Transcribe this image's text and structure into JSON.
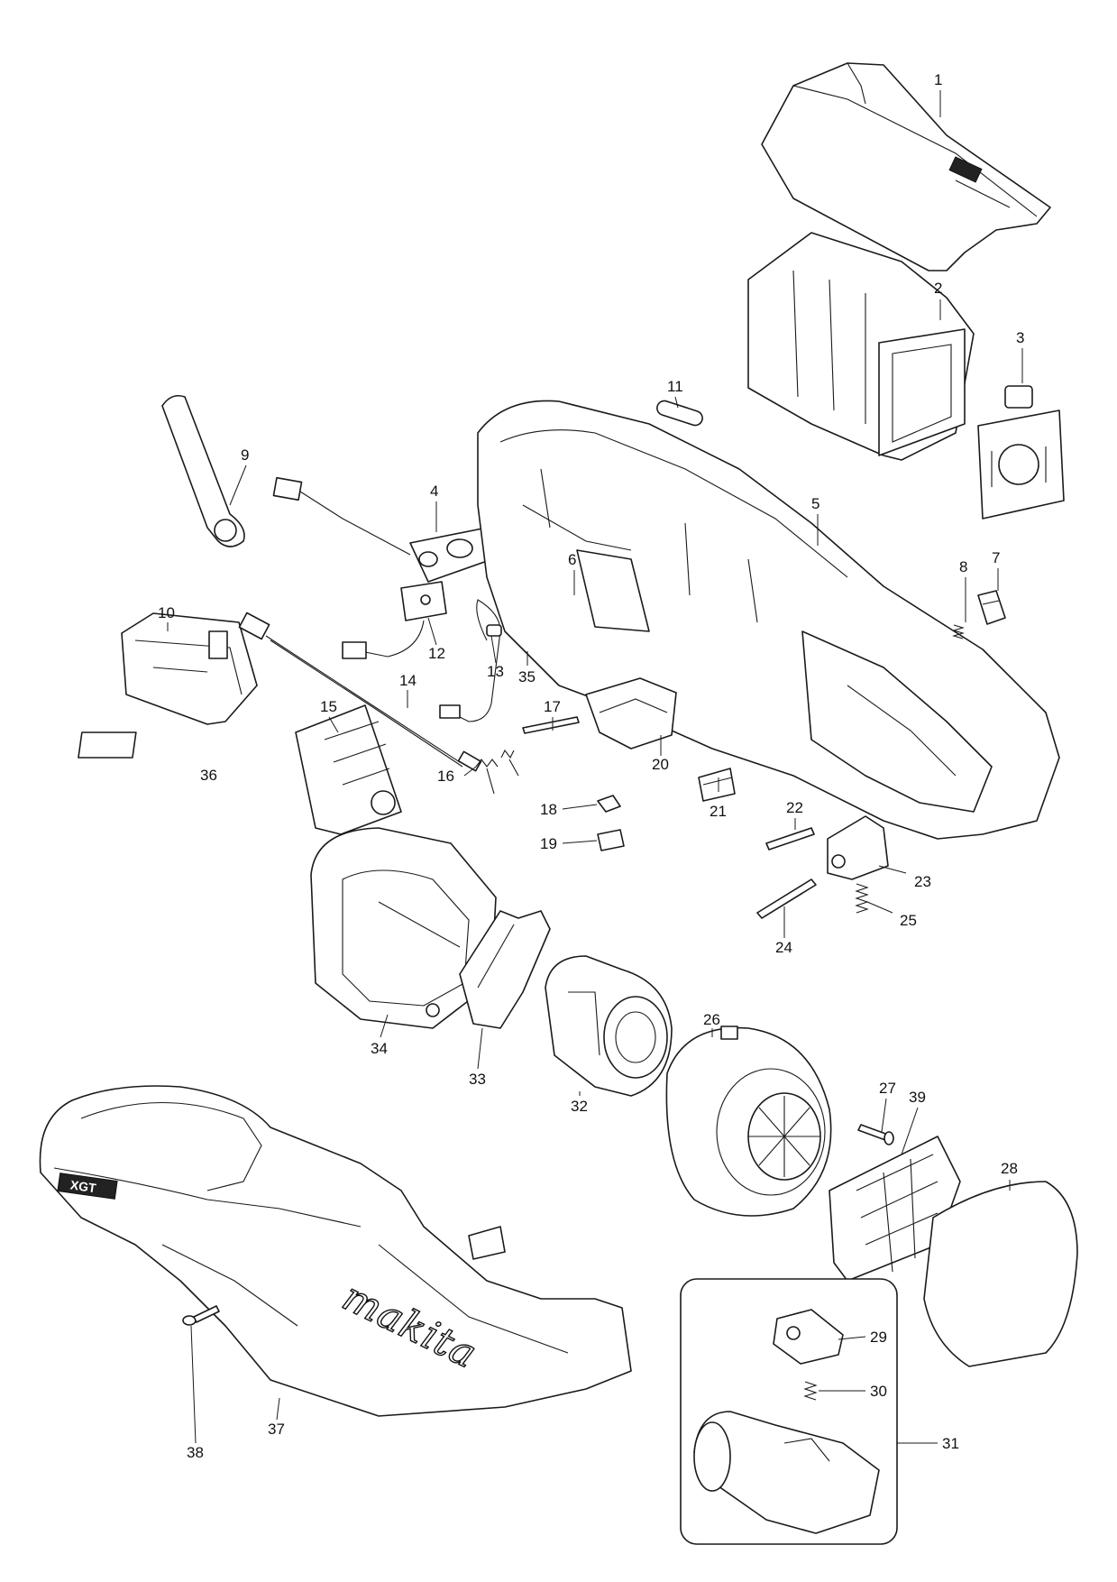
{
  "diagram": {
    "brand_logo": "makita",
    "product_logo": "XGT",
    "labels": {
      "p1": "1",
      "p2": "2",
      "p3": "3",
      "p4": "4",
      "p5": "5",
      "p6": "6",
      "p7": "7",
      "p8": "8",
      "p9": "9",
      "p10": "10",
      "p11": "11",
      "p12": "12",
      "p13": "13",
      "p14": "14",
      "p15": "15",
      "p16": "16",
      "p17": "17",
      "p18": "18",
      "p19": "19",
      "p20": "20",
      "p21": "21",
      "p22": "22",
      "p23": "23",
      "p24": "24",
      "p25": "25",
      "p26": "26",
      "p27": "27",
      "p28": "28",
      "p29": "29",
      "p30": "30",
      "p31": "31",
      "p32": "32",
      "p33": "33",
      "p34": "34",
      "p35": "35",
      "p36": "36",
      "p37": "37",
      "p38": "38",
      "p39": "39"
    }
  }
}
